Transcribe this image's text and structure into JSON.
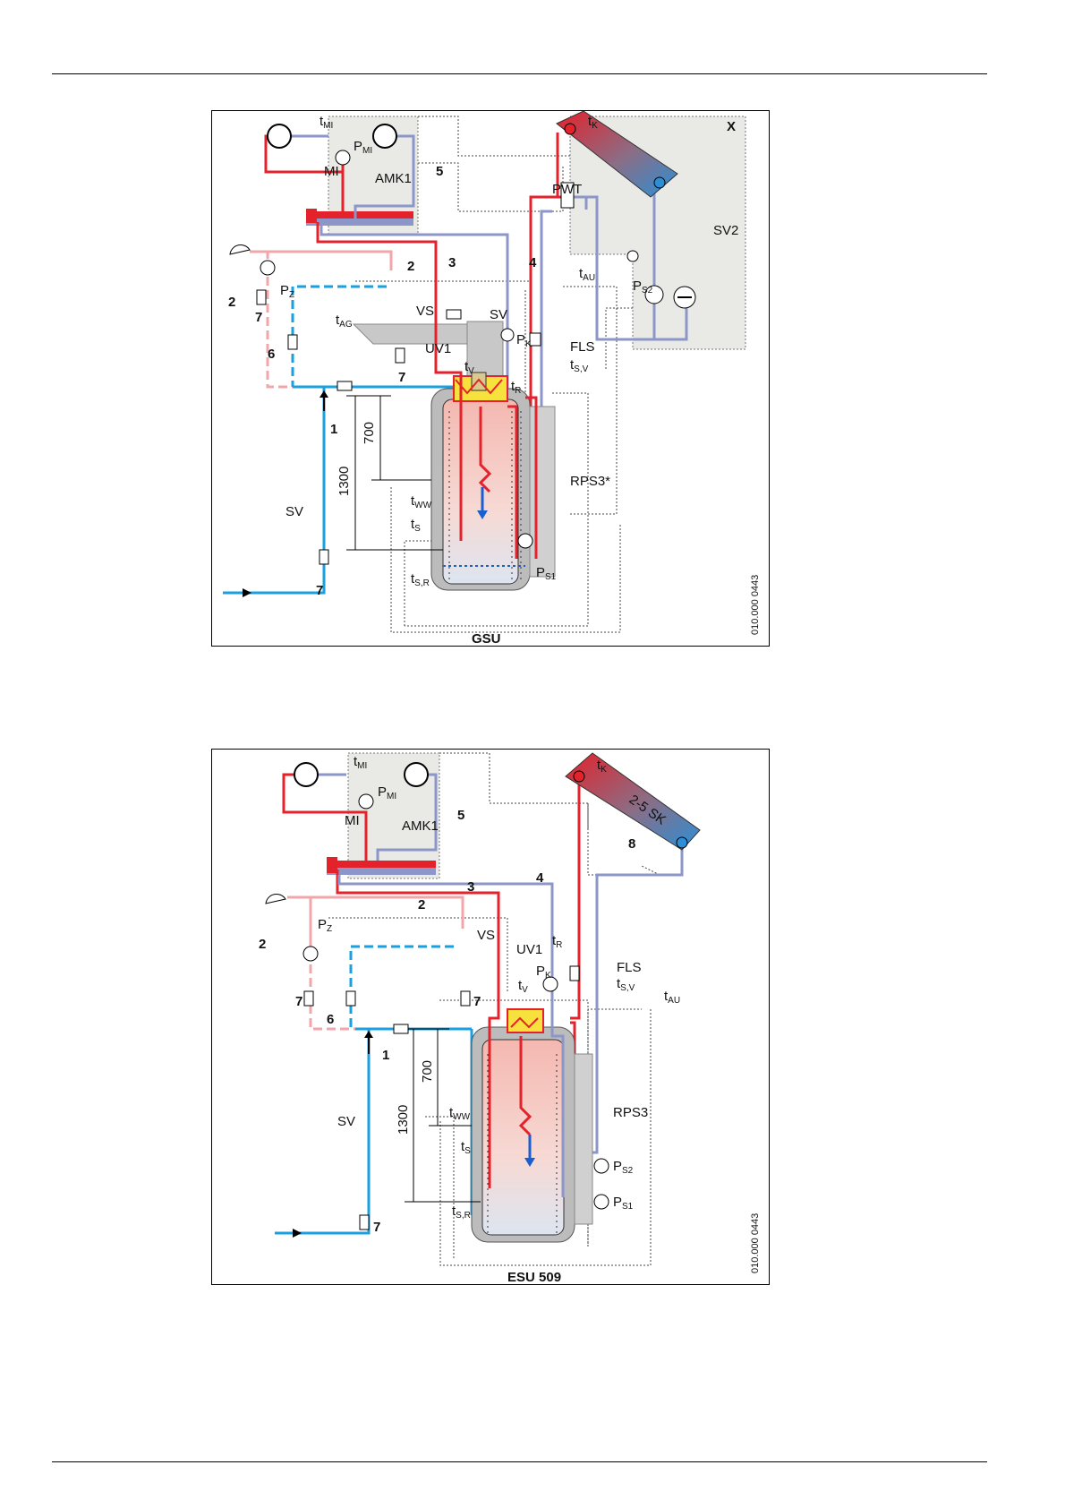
{
  "diagram1": {
    "title": "GSU",
    "code": "010.000 0443",
    "labels": {
      "tMI": "t",
      "tMI_sub": "MI",
      "PMI": "P",
      "PMI_sub": "MI",
      "MI": "MI",
      "AMK1": "AMK1",
      "n5": "5",
      "tK": "t",
      "tK_sub": "K",
      "X": "X",
      "PWT": "PWT",
      "SV2": "SV2",
      "PS2": "P",
      "PS2_sub": "S2",
      "tAU": "t",
      "tAU_sub": "AU",
      "n2a": "2",
      "n2b": "2",
      "n3": "3",
      "n4": "4",
      "PZ": "P",
      "PZ_sub": "Z",
      "VS": "VS",
      "SV": "SV",
      "tAG": "t",
      "tAG_sub": "AG",
      "UV1": "UV1",
      "PK": "P",
      "PK_sub": "K",
      "FLS": "FLS",
      "tSV": "t",
      "tSV_sub": "S,V",
      "tV": "t",
      "tV_sub": "V",
      "tR": "t",
      "tR_sub": "R",
      "n7a": "7",
      "n7b": "7",
      "n7c": "7",
      "n6": "6",
      "n1": "1",
      "d700": "700",
      "d1300": "1300",
      "RPS3": "RPS3*",
      "tWW": "t",
      "tWW_sub": "WW",
      "tS": "t",
      "tS_sub": "S",
      "tSR": "t",
      "tSR_sub": "S,R",
      "PS1": "P",
      "PS1_sub": "S1",
      "SVleft": "SV"
    }
  },
  "diagram2": {
    "title": "ESU 509",
    "code": "010.000 0443",
    "labels": {
      "tMI": "t",
      "tMI_sub": "MI",
      "PMI": "P",
      "PMI_sub": "MI",
      "MI": "MI",
      "AMK1": "AMK1",
      "n5": "5",
      "tK": "t",
      "tK_sub": "K",
      "SK": "2-5 SK",
      "n8": "8",
      "n3": "3",
      "n4": "4",
      "n2a": "2",
      "n2b": "2",
      "PZ": "P",
      "PZ_sub": "Z",
      "VS": "VS",
      "UV1": "UV1",
      "tR": "t",
      "tR_sub": "R",
      "PK": "P",
      "PK_sub": "K",
      "tV": "t",
      "tV_sub": "V",
      "FLS": "FLS",
      "tSV": "t",
      "tSV_sub": "S,V",
      "tAU": "t",
      "tAU_sub": "AU",
      "n7a": "7",
      "n7b": "7",
      "n7c": "7",
      "n6": "6",
      "n1": "1",
      "d700": "700",
      "d1300": "1300",
      "tWW": "t",
      "tWW_sub": "WW",
      "tS": "t",
      "tS_sub": "S",
      "RPS3": "RPS3",
      "PS2": "P",
      "PS2_sub": "S2",
      "PS1": "P",
      "PS1_sub": "S1",
      "tSR": "t",
      "tSR_sub": "S,R",
      "SV": "SV"
    }
  },
  "colors": {
    "hot": "#e3222b",
    "pink": "#f2a6aa",
    "cold": "#1aa0e0",
    "return": "#8c96c8",
    "panel": "#e9e9e6"
  }
}
